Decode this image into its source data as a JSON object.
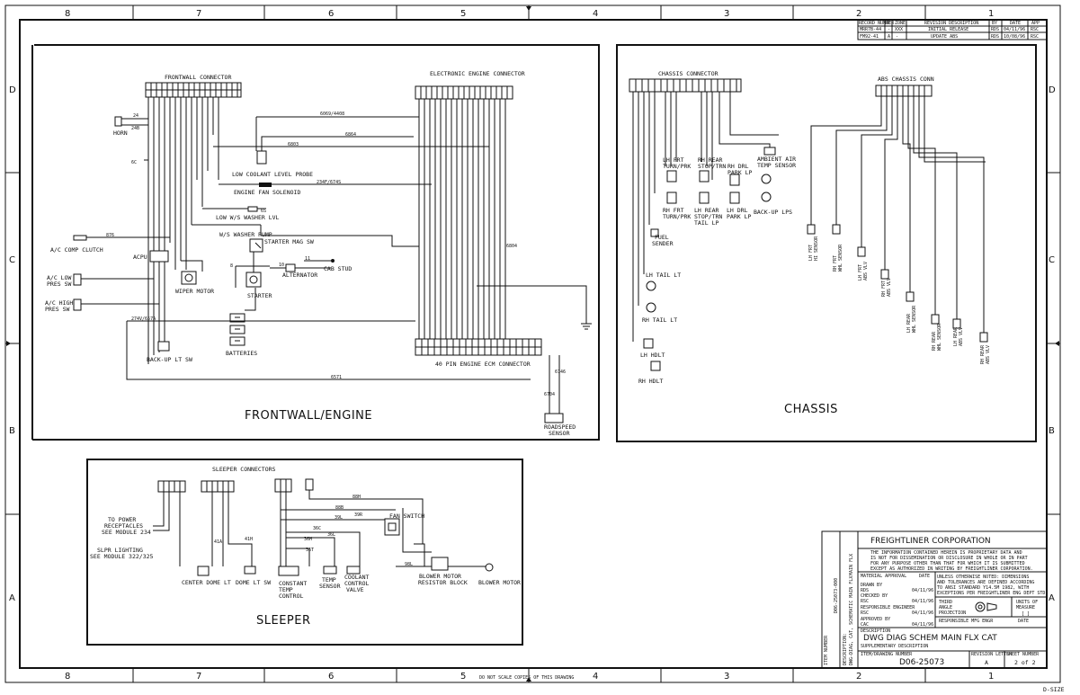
{
  "border": {
    "cols_top": [
      "8",
      "7",
      "6",
      "5",
      "4",
      "3",
      "2",
      "1"
    ],
    "cols_bottom": [
      "8",
      "7",
      "6",
      "5",
      "4",
      "3",
      "2",
      "1"
    ],
    "rows_left": [
      "D",
      "C",
      "B",
      "A"
    ],
    "rows_right": [
      "D",
      "C",
      "B",
      "A"
    ],
    "size": "D-SIZE",
    "notice": "DO NOT SCALE COPIES OF THIS DRAWING"
  },
  "revision_block": {
    "headers": [
      "RECORD NUMBER",
      "R",
      "ZONE",
      "REVISION DESCRIPTION",
      "BY",
      "DATE",
      "APP"
    ],
    "rows": [
      [
        "MRR7B-44",
        "-",
        "XXX",
        "INITIAL RELEASE",
        "RDS",
        "04/11/96",
        "RSC"
      ],
      [
        "FM92-41",
        "A",
        "-",
        "UPDATE ABS",
        "RDS",
        "10/08/96",
        "RSC"
      ]
    ]
  },
  "frontwall": {
    "label": "FRONTWALL/ENGINE",
    "frontwall_connector": "FRONTWALL CONNECTOR",
    "engine_connector": "ELECTRONIC ENGINE CONNECTOR",
    "ecm_connector": "40 PIN ENGINE ECM CONNECTOR",
    "components": {
      "horn": "HORN",
      "coolant_probe": "LOW COOLANT LEVEL PROBE",
      "fan_solenoid": "ENGINE FAN SOLENOID",
      "washer_lvl": "LOW W/S WASHER LVL",
      "washer_pump": "W/S WASHER PUMP",
      "starter_mag": "STARTER MAG SW",
      "ac_clutch": "A/C COMP CLUTCH",
      "acpu": "ACPU",
      "ac_low": "A/C LOW",
      "ac_low2": "PRES SW",
      "ac_high": "A/C HIGH",
      "ac_high2": "PRES SW",
      "wiper_motor": "WIPER MOTOR",
      "starter": "STARTER",
      "alternator": "ALTERNATOR",
      "cab_stud": "CAB STUD",
      "batteries": "BATTERIES",
      "backup_sw": "BACK-UP LT SW",
      "roadspeed": "ROADSPEED",
      "roadspeed2": "SENSOR"
    },
    "wires": {
      "w24": "24",
      "w24b": "24B",
      "w6c": "6C",
      "w876": "876",
      "w274": "274V/657A",
      "w6571": "6571",
      "w6804": "6069/4408",
      "w6864": "6864",
      "w6803": "6803",
      "w234f": "234F/674S",
      "w6804b": "6804",
      "w6704": "6704",
      "w6746": "6746",
      "w11": "11",
      "w10": "10",
      "w8": "8",
      "w6s": "6S"
    }
  },
  "chassis": {
    "label": "CHASSIS",
    "chassis_connector": "CHASSIS CONNECTOR",
    "abs_connector": "ABS CHASSIS CONN",
    "components": {
      "lh_frt_turn": "LH FRT",
      "lh_frt_turn2": "TURN/PRK",
      "rh_frt_turn": "RH FRT",
      "rh_frt_turn2": "TURN/PRK",
      "rh_rear": "RH REAR",
      "rh_rear2": "STOP/TRN",
      "lh_rear": "LH REAR",
      "lh_rear2": "STOP/TRN",
      "lh_rear3": "TAIL LP",
      "rh_drl": "RH DRL",
      "rh_drl2": "PARK LP",
      "lh_drl": "LH DRL",
      "lh_drl2": "PARK LP",
      "ambient": "AMBIENT AIR",
      "ambient2": "TEMP SENSOR",
      "backup_lps": "BACK-UP LPS",
      "fuel_sender": "FUEL",
      "fuel_sender2": "SENDER",
      "lh_tail": "LH TAIL LT",
      "rh_tail": "RH TAIL LT",
      "lh_hdlt": "LH HDLT",
      "rh_hdlt": "RH HDLT",
      "lh_frt_hi": "LH FRT",
      "lh_frt_hi2": "HI SENSOR",
      "rh_frt_hi": "RH FRT",
      "rh_frt_hi2": "WHL SENSOR",
      "lh_frt_abs": "LH FRT",
      "lh_frt_abs2": "ABS VLV",
      "rh_frt_abs": "RH FRT",
      "rh_frt_abs2": "ABS VLV",
      "lh_rear_whl": "LH REAR",
      "lh_rear_whl2": "WHL SENSOR",
      "rh_rear_whl": "RH REAR",
      "rh_rear_whl2": "WHL SENSOR",
      "lh_rear_abs": "LH REAR",
      "lh_rear_abs2": "ABS VLV",
      "rh_rear_abs": "RH REAR",
      "rh_rear_abs2": "ABS VLV"
    }
  },
  "sleeper": {
    "label": "SLEEPER",
    "connectors": "SLEEPER CONNECTORS",
    "components": {
      "power_recept": "TO POWER",
      "power_recept2": "RECEPTACLES",
      "power_recept3": "SEE MODULE 234",
      "slpr_light": "SLPR LIGHTING",
      "slpr_light2": "SEE MODULE 322/325",
      "center_dome": "CENTER DOME LT",
      "dome_sw": "DOME LT SW",
      "constant": "CONSTANT",
      "constant2": "TEMP",
      "constant3": "CONTROL",
      "temp_sensor": "TEMP",
      "temp_sensor2": "SENSOR",
      "coolant_valve": "COOLANT",
      "coolant_valve2": "CONTROL",
      "coolant_valve3": "VALVE",
      "fan_switch": "FAN SWITCH",
      "blower_res": "BLOWER MOTOR",
      "blower_res2": "RESISTOR BLOCK",
      "blower_motor": "BLOWER MOTOR"
    },
    "wires": [
      "88H",
      "88B",
      "39L",
      "36C",
      "39R",
      "36H",
      "36T",
      "36L",
      "98L",
      "41H",
      "41A"
    ]
  },
  "title_block": {
    "company": "FREIGHTLINER CORPORATION",
    "proprietary": [
      "THE INFORMATION CONTAINED HEREIN IS PROPRIETARY DATA  AND",
      "IS NOT FOR DISSEMINATION OR DISCLOSURE  IN WHOLE OR IN PART",
      "FOR ANY PURPOSE OTHER THAN THAT FOR WHICH IT IS SUBMITTED",
      "EXCEPT AS AUTHORIZED IN WRITING BY FREIGHTLINER CORPORATION."
    ],
    "material_approval": "MATERIAL APPROVAL",
    "date_label": "DATE",
    "drawn_by": "DRAWN BY",
    "drawn_name": "RDS",
    "drawn_date": "04/11/96",
    "checked_by": "CHECKED BY",
    "checked_name": "RSC",
    "checked_date": "04/11/96",
    "resp_eng": "RESPONSIBLE ENGINEER",
    "resp_name": "RSC",
    "resp_date": "04/11/96",
    "approved_by": "APPROVED BY",
    "approved_name": "CAC",
    "approved_date": "04/11/96",
    "notes": [
      "UNLESS OTHERWISE NOTED: DIMENSIONS",
      "AND TOLERANCES ARE DEFINED ACCORDING",
      "TO ANSI STANDARD Y14.5M 1982, WITH",
      "EXCEPTIONS PER FREIGHTLINER ENG DEPT STD."
    ],
    "third_angle": "THIRD",
    "third_angle2": "ANGLE",
    "third_angle3": "PROJECTION",
    "units": "UNITS OF",
    "units2": "MEASURE",
    "units3": "[ ]",
    "resp_mfg": "RESPONSIBLE MFG ENGR",
    "description_label": "DESCRIPTION",
    "title": "DWG DIAG SCHEM MAIN FLX CAT",
    "supplementary": "SUPPLEMENTARY DESCRIPTION",
    "item_number_label": "ITEM/DRAWING NUMBER",
    "drawing_number": "D06-25073",
    "rev_letter_label": "REVISION LETTER",
    "rev_letter": "A",
    "sheet_label": "SHEET NUMBER",
    "sheet": "2 of 2",
    "side_number": "D06-25073-000",
    "side_desc": "DWG-DIAG, CAT, SCHEMATIC MAIN FLX",
    "side_item": "ITEM NUMBER",
    "side_descr": "DESCRIPTION:",
    "side_flx": "MAIN FLX"
  }
}
